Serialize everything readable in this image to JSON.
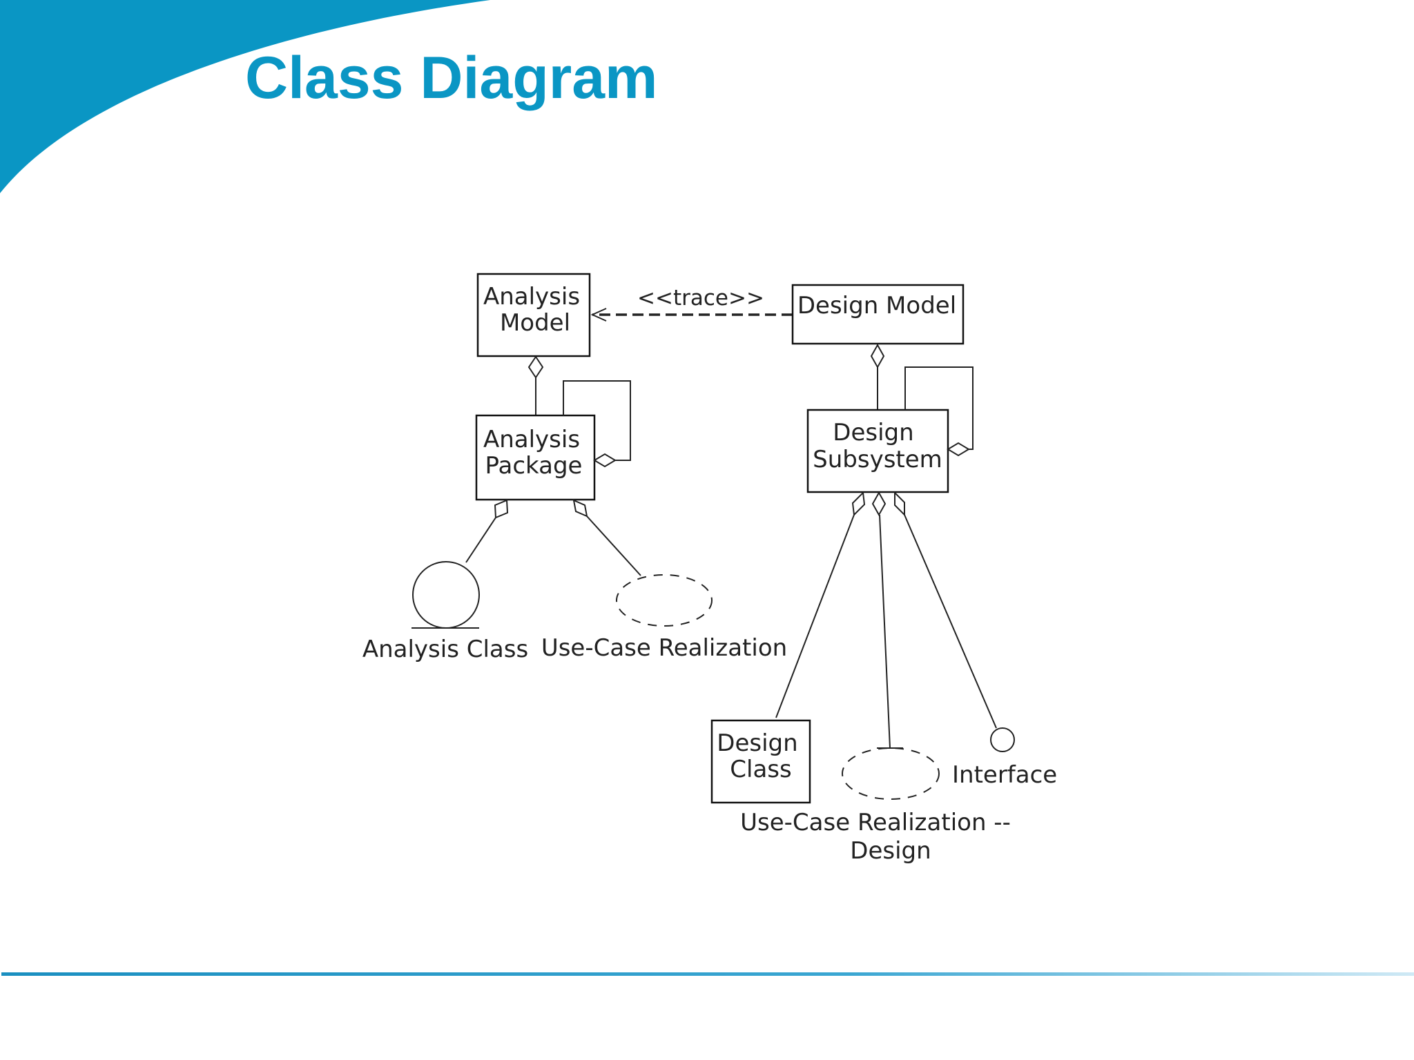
{
  "title": "Class Diagram",
  "colors": {
    "accent": "#0a96c4",
    "footer_line_start": "#1a8fc0",
    "footer_line_end": "#cfe9f5"
  },
  "nodes": {
    "analysis_model": {
      "line1": "Analysis",
      "line2": "Model"
    },
    "analysis_package": {
      "line1": "Analysis",
      "line2": "Package"
    },
    "analysis_class": {
      "label": "Analysis Class"
    },
    "use_case_realization": {
      "label": "Use-Case Realization"
    },
    "design_model": {
      "label": "Design Model"
    },
    "design_subsystem": {
      "line1": "Design",
      "line2": "Subsystem"
    },
    "design_class": {
      "line1": "Design",
      "line2": "Class"
    },
    "use_case_realization_design": {
      "line1": "Use-Case Realization --",
      "line2": "Design"
    },
    "interface": {
      "label": "Interface"
    }
  },
  "edges": {
    "trace": {
      "label": "<<trace>>"
    }
  },
  "icons": {
    "analysis_class": "entity-class-icon",
    "use_case_realization": "dashed-ellipse-icon",
    "interface": "interface-lollipop-icon"
  }
}
